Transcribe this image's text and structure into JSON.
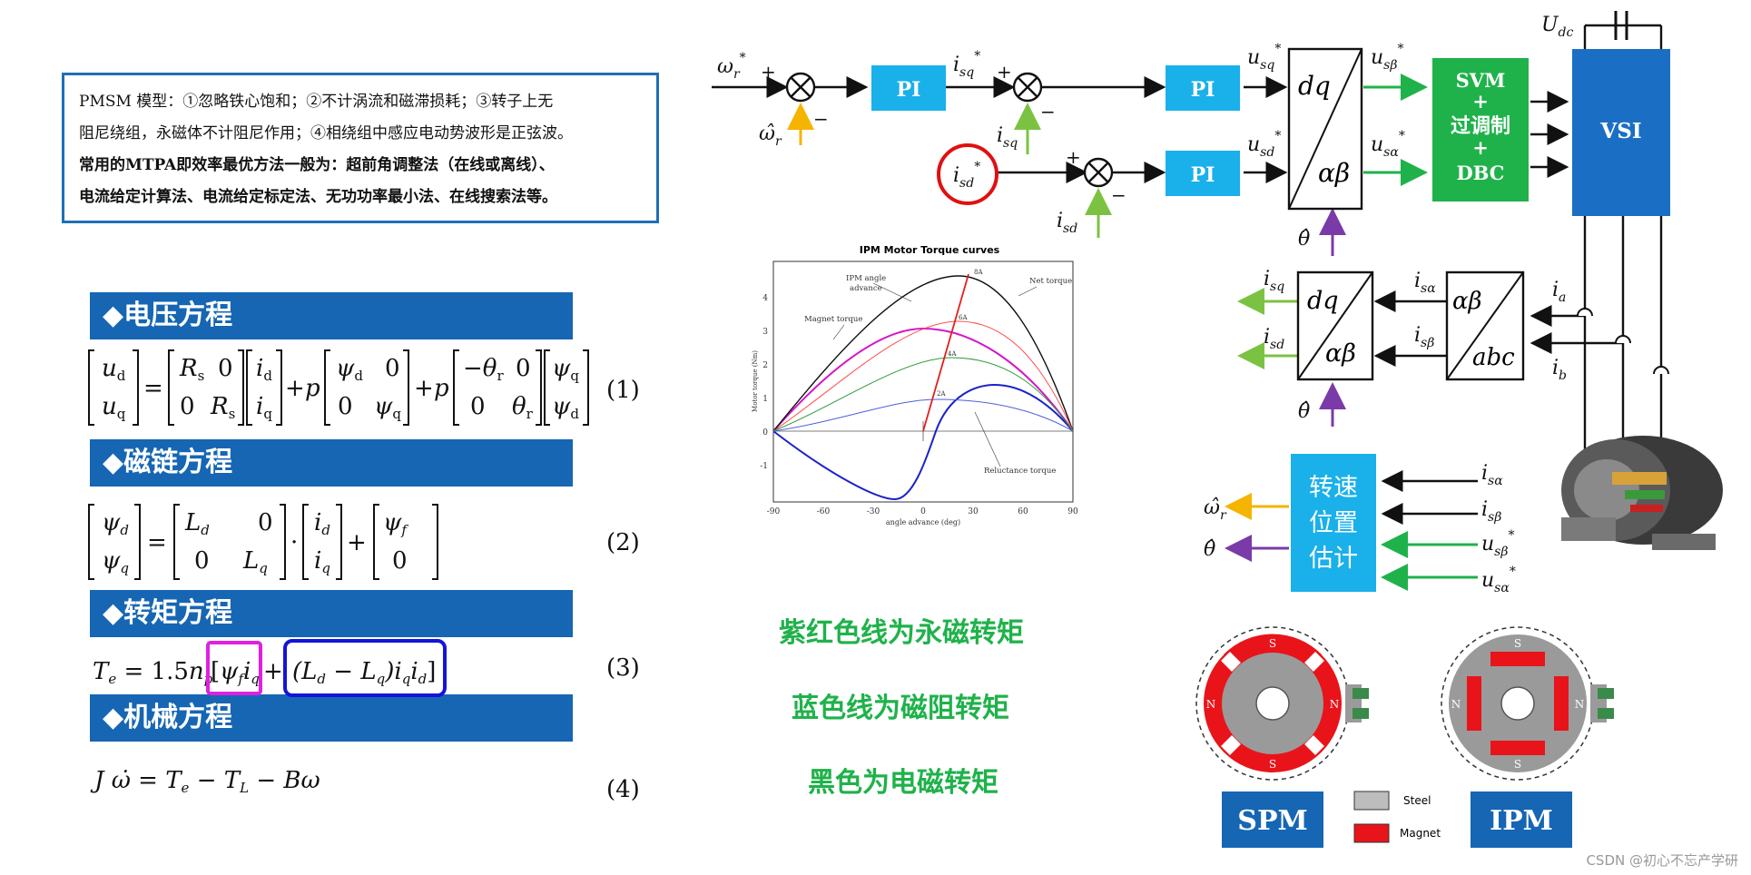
{
  "note": {
    "line1": "PMSM 模型：①忽略铁心饱和；②不计涡流和磁滞损耗；③转子上无",
    "line2": "阻尼绕组，永磁体不计阻尼作用；④相绕组中感应电动势波形是正弦波。",
    "line3": "常用的MTPA即效率最优方法一般为：超前角调整法（在线或离线）、",
    "line4": "电流给定计算法、电流给定标定法、无功功率最小法、在线搜索法等。"
  },
  "equations": {
    "voltage_title": "◆电压方程",
    "flux_title": "◆磁链方程",
    "torque_title": "◆转矩方程",
    "mech_title": "◆机械方程",
    "num1": "(1)",
    "num2": "(2)",
    "num3": "(3)",
    "num4": "(4)"
  },
  "torque_chart": {
    "title": "IPM Motor Torque curves",
    "xlabel": "angle advance (deg)",
    "ylabel": "Motor torque (Nm)",
    "xticks": [
      "-90",
      "-60",
      "-30",
      "0",
      "30",
      "60",
      "90"
    ],
    "yticks": [
      "-1",
      "0",
      "1",
      "2",
      "3",
      "4"
    ],
    "labels": {
      "ipm": "IPM angle",
      "ipm2": "advance",
      "magnet": "Magnet torque",
      "net": "Net torque",
      "reluctance": "Reluctance torque",
      "a8": "8A",
      "a6": "6A",
      "a4": "4A",
      "a2": "2A"
    }
  },
  "notes_colored": {
    "magenta": "紫红色线为永磁转矩",
    "blue": "蓝色线为磁阻转矩",
    "black": "黑色为电磁转矩"
  },
  "control": {
    "pi": "PI",
    "svm1": "SVM",
    "svm2": "+",
    "svm3": "过调制",
    "svm4": "+",
    "svm5": "DBC",
    "vsi": "VSI",
    "dq": "dq",
    "ab": "αβ",
    "abc": "abc",
    "est1": "转速",
    "est2": "位置",
    "est3": "估计",
    "plus": "+",
    "minus": "−"
  },
  "motor_types": {
    "spm": "SPM",
    "ipm": "IPM",
    "steel": "Steel",
    "magnet": "Magnet",
    "n": "N",
    "s": "S"
  },
  "colors": {
    "blue_bar": "#1666b4",
    "pi_block": "#1ab0ea",
    "svm_block": "#1fb24a",
    "vsi_block": "#1a6fc4",
    "est_block": "#1ab0ea",
    "magnet_red": "#e8141a"
  },
  "watermark": "CSDN @初心不忘产学研"
}
